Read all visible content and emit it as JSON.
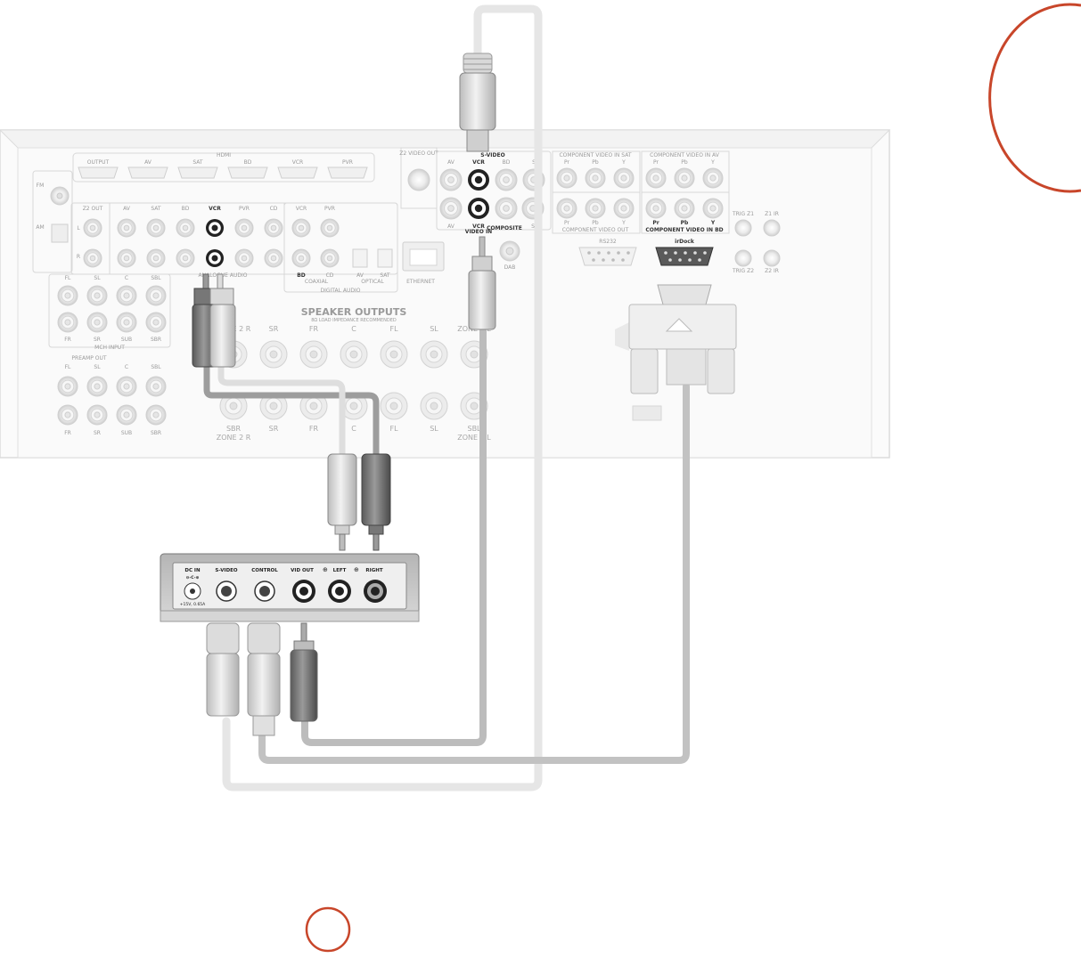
{
  "receiver": {
    "hdmi": {
      "header": "HDMI",
      "ports": [
        "OUTPUT",
        "AV",
        "SAT",
        "BD",
        "VCR",
        "PVR"
      ]
    },
    "z2_video_out": "Z2 VIDEO OUT",
    "svideo": {
      "header": "S-VIDEO",
      "top": [
        "AV",
        "VCR",
        "BD",
        "S"
      ],
      "bottom": [
        "AV",
        "VCR",
        "S"
      ]
    },
    "video_in": "VIDEO IN",
    "composite": "COMPOSITE",
    "component_sat": {
      "header": "COMPONENT VIDEO IN SAT",
      "cols": [
        "Pr",
        "Pb",
        "Y"
      ]
    },
    "component_av": {
      "header": "COMPONENT VIDEO IN AV",
      "cols": [
        "Pr",
        "Pb",
        "Y"
      ]
    },
    "component_out": {
      "header": "COMPONENT VIDEO OUT",
      "cols": [
        "Pr",
        "Pb",
        "Y"
      ]
    },
    "component_bd": {
      "header": "COMPONENT VIDEO IN BD",
      "cols": [
        "Pr",
        "Pb",
        "Y"
      ]
    },
    "fm": "FM",
    "am": "AM",
    "z2_out": "Z2 OUT",
    "side_l": "L",
    "side_r": "R",
    "analogue_cols": [
      "AV",
      "SAT",
      "BD",
      "VCR",
      "PVR",
      "CD"
    ],
    "analogue_audio": "ANALOGUE AUDIO",
    "digital_cols": [
      "VCR",
      "PVR"
    ],
    "digital_bottom": [
      "BD",
      "CD",
      "AV",
      "SAT"
    ],
    "coaxial": "COAXIAL",
    "optical": "OPTICAL",
    "digital_audio": "DIGITAL AUDIO",
    "ethernet": "ETHERNET",
    "dab": "DAB",
    "rs232": "RS232",
    "irdock": "irDock",
    "trig_z1": "TRIG Z1",
    "z1_ir": "Z1 IR",
    "trig_z2": "TRIG Z2",
    "z2_ir": "Z2 IR",
    "mch_top": [
      "FL",
      "SL",
      "C",
      "SBL"
    ],
    "mch_bottom": [
      "FR",
      "SR",
      "SUB",
      "SBR"
    ],
    "mch_input": "MCH INPUT",
    "preamp_out": "PREAMP OUT",
    "pre_top": [
      "FL",
      "SL",
      "C",
      "SBL"
    ],
    "pre_bottom": [
      "FR",
      "SR",
      "SUB",
      "SBR"
    ],
    "speaker_outputs": "SPEAKER OUTPUTS",
    "speaker_note": "8Ω LOAD IMPEDANCE RECOMMENDED",
    "spk_top": [
      "ZONE 2 R",
      "SR",
      "FR",
      "C",
      "FL",
      "SL",
      "ZONE 2 L"
    ],
    "spk_bottom": [
      "SBR",
      "SR",
      "FR",
      "C",
      "FL",
      "SL",
      "SBL"
    ],
    "zone2r": "ZONE 2 R",
    "zone2l": "ZONE 2 L"
  },
  "dock": {
    "dc_in": "DC IN",
    "dc_rating": "+15V, 0.65A",
    "svideo": "S-VIDEO",
    "control": "CONTROL",
    "vid_out": "VID OUT",
    "left": "LEFT",
    "right": "RIGHT"
  },
  "colors": {
    "accent": "#c8462a",
    "cable_light": "#e3e3e3",
    "cable_mid": "#b9b9b9",
    "cable_dark": "#8c8c8c",
    "panel": "#f6f6f6"
  }
}
